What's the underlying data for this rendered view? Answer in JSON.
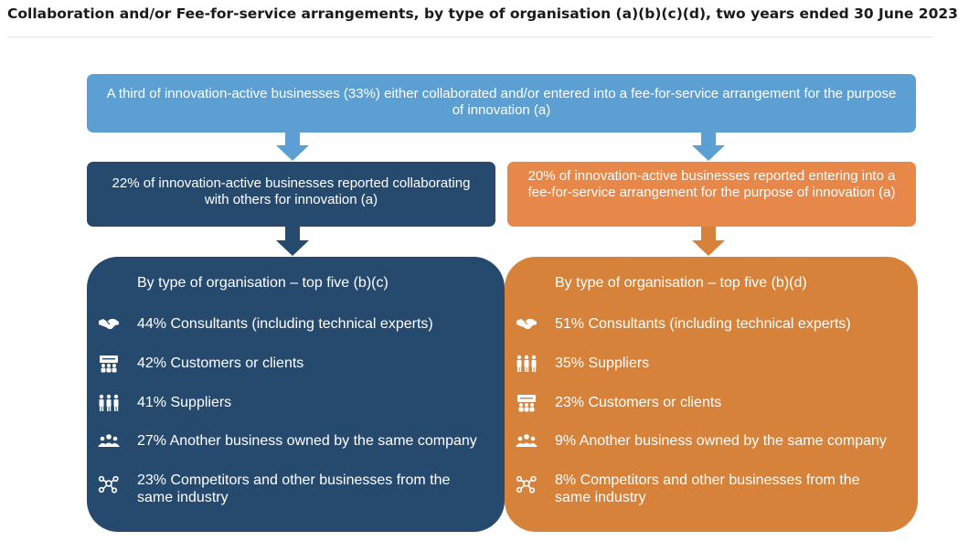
{
  "title": "Collaboration and/or Fee-for-service arrangements, by type of organisation (a)(b)(c)(d), two years ended 30 June 2023",
  "colors": {
    "top": "#5b9fd3",
    "collab": "#264a6e",
    "fee_header": "#e8874a",
    "fee_panel": "#d6823a"
  },
  "summary": "A third of innovation-active businesses (33%) either collaborated and/or entered into a fee-for-service arrangement for the purpose of innovation (a)",
  "collaboration": {
    "header": "22% of innovation-active businesses reported collaborating with others for innovation (a)",
    "heading": "By type of organisation – top five (b)(c)",
    "items": [
      {
        "icon": "handshake-icon",
        "text": "44% Consultants (including technical experts)"
      },
      {
        "icon": "customers-icon",
        "text": "42% Customers or clients"
      },
      {
        "icon": "suppliers-icon",
        "text": "41% Suppliers"
      },
      {
        "icon": "group-icon",
        "text": "27%  Another business owned by the same company"
      },
      {
        "icon": "network-icon",
        "text": "23% Competitors and other businesses from the same industry"
      }
    ]
  },
  "fee_for_service": {
    "header": "20% of innovation-active businesses reported entering into a fee-for-service arrangement for the purpose of innovation (a)",
    "heading": "By type of organisation – top five (b)(d)",
    "items": [
      {
        "icon": "handshake-icon",
        "text": "51% Consultants (including technical experts)"
      },
      {
        "icon": "suppliers-icon",
        "text": "35% Suppliers"
      },
      {
        "icon": "customers-icon",
        "text": "23% Customers or clients"
      },
      {
        "icon": "group-icon",
        "text": "9% Another business owned by the same company"
      },
      {
        "icon": "network-icon",
        "text": "8% Competitors and other businesses from the same industry"
      }
    ]
  }
}
